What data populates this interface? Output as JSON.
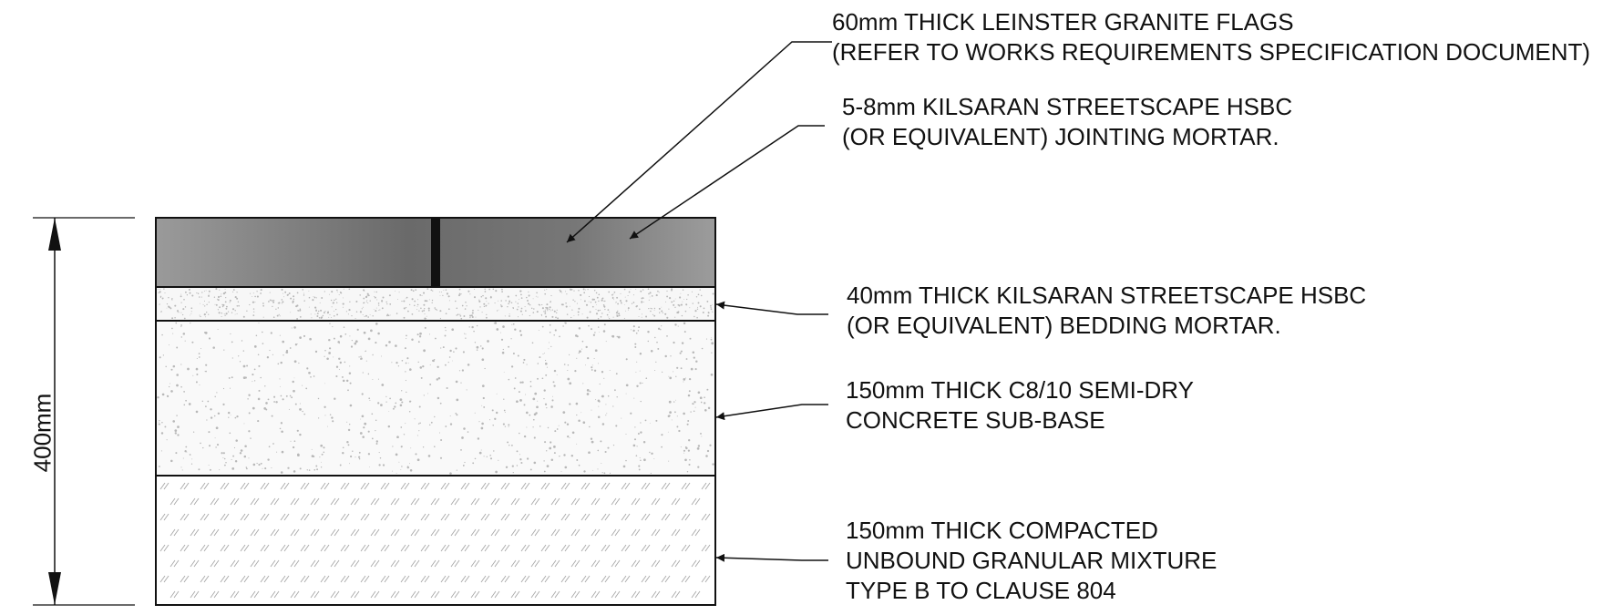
{
  "diagram": {
    "title": "",
    "dimension": {
      "label": "400mm"
    },
    "layers": [
      {
        "id": "granite",
        "thickness_mm": 60
      },
      {
        "id": "bedding",
        "thickness_mm": 40
      },
      {
        "id": "subbase",
        "thickness_mm": 150
      },
      {
        "id": "granular",
        "thickness_mm": 150
      }
    ],
    "labels": {
      "granite": [
        "60mm THICK LEINSTER GRANITE FLAGS",
        "(REFER TO WORKS REQUIREMENTS SPECIFICATION DOCUMENT)"
      ],
      "jointing": [
        "5-8mm KILSARAN STREETSCAPE HSBC",
        "(OR EQUIVALENT) JOINTING MORTAR."
      ],
      "bedding": [
        "40mm THICK KILSARAN STREETSCAPE HSBC",
        "(OR EQUIVALENT) BEDDING MORTAR."
      ],
      "subbase": [
        "150mm THICK C8/10 SEMI-DRY",
        "CONCRETE SUB-BASE"
      ],
      "granular": [
        "150mm THICK COMPACTED",
        "UNBOUND GRANULAR MIXTURE",
        "TYPE B TO CLAUSE 804"
      ]
    },
    "colors": {
      "line": "#111111",
      "flag_dark": "#686868",
      "flag_light": "#9a9a9a",
      "speckle": "#b8b8b8",
      "hatch": "#a8a8a8"
    }
  }
}
